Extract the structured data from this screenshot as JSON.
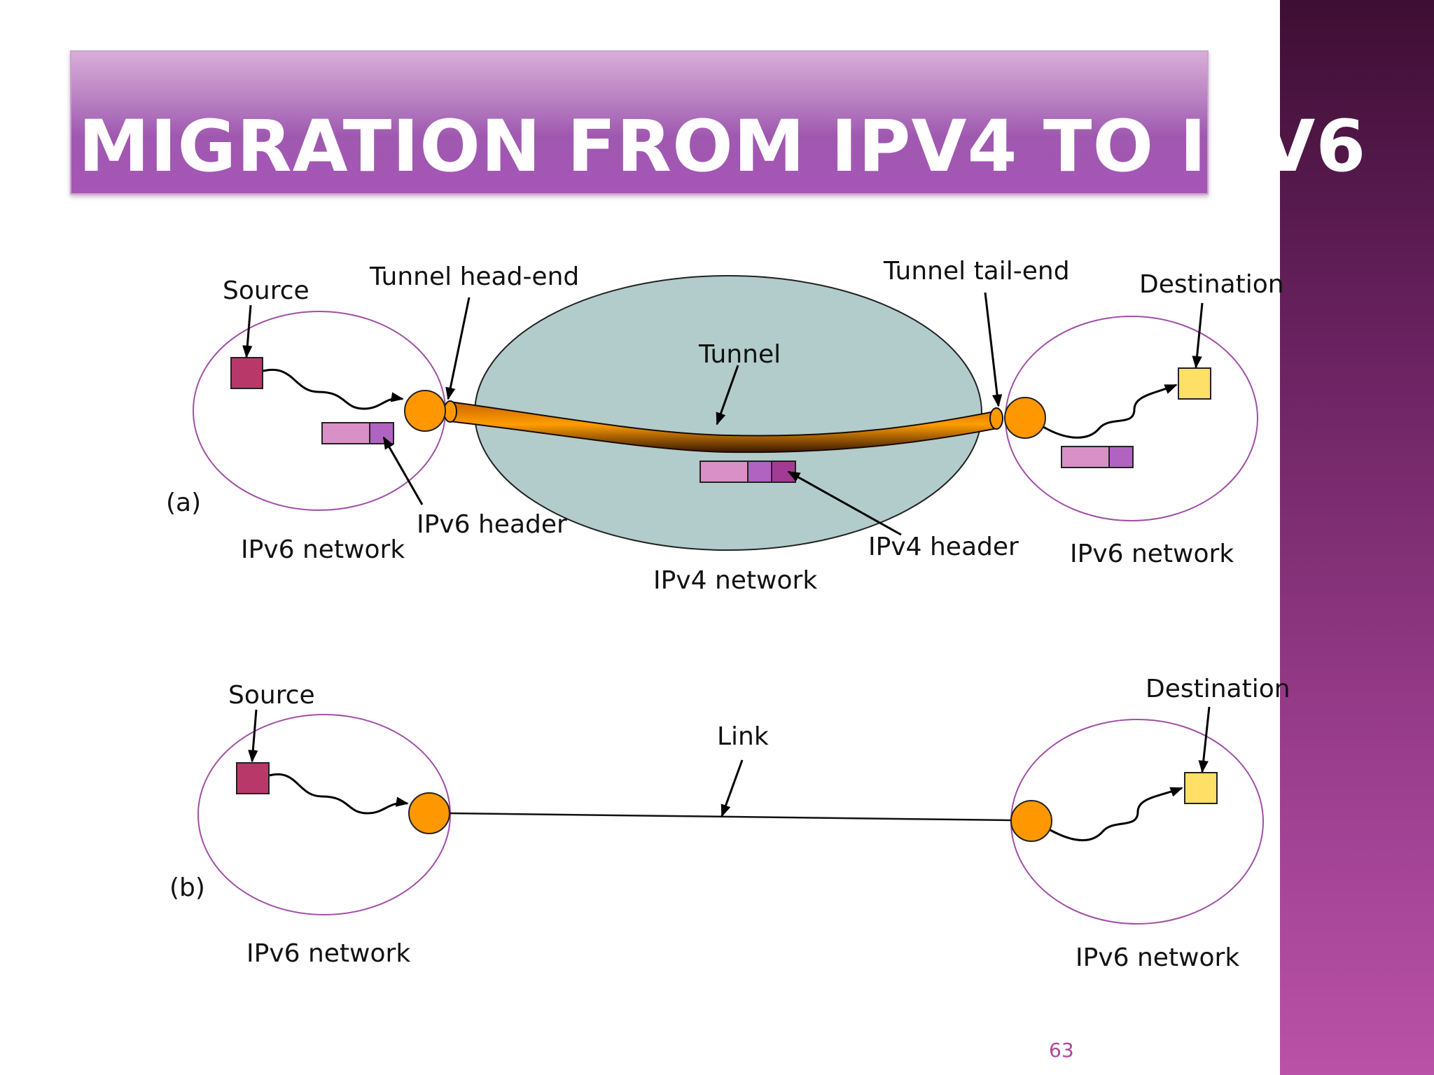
{
  "slide": {
    "title": "MIGRATION FROM IPV4 TO IPV6",
    "page_number": "63"
  },
  "diagram_a": {
    "panel_label": "(a)",
    "source_label": "Source",
    "tunnel_head_label": "Tunnel head-end",
    "tunnel_tail_label": "Tunnel tail-end",
    "destination_label": "Destination",
    "tunnel_label": "Tunnel",
    "ipv6_header_label": "IPv6 header",
    "ipv4_header_label": "IPv4 header",
    "left_network_label": "IPv6 network",
    "middle_network_label": "IPv4 network",
    "right_network_label": "IPv6 network"
  },
  "diagram_b": {
    "panel_label": "(b)",
    "source_label": "Source",
    "destination_label": "Destination",
    "link_label": "Link",
    "left_network_label": "IPv6 network",
    "right_network_label": "IPv6 network"
  },
  "colors": {
    "source_node": "#b8386a",
    "destination_node": "#ffe066",
    "router": "#ff9800",
    "tunnel": "#f59a00",
    "ipv4_cloud": "#b1cccb",
    "network_outline": "#a04fa6",
    "packet_light": "#d890c6",
    "packet_mid": "#b063c0",
    "packet_dark": "#a33a93"
  }
}
